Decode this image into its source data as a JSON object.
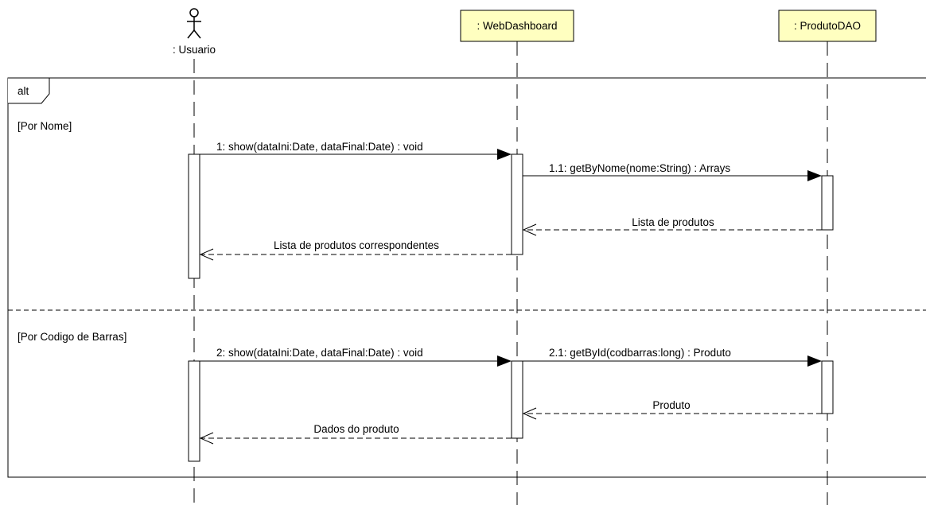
{
  "diagram": {
    "type": "sequence",
    "participant_fill": "#ffffc0",
    "participants": [
      {
        "id": "usuario",
        "label": ": Usuario",
        "kind": "actor"
      },
      {
        "id": "webdashboard",
        "label": ": WebDashboard",
        "kind": "object"
      },
      {
        "id": "produtodao",
        "label": ": ProdutoDAO",
        "kind": "object"
      }
    ],
    "fragment": {
      "operator": "alt",
      "operands": [
        {
          "guard": "[Por Nome]",
          "messages": [
            {
              "from": "usuario",
              "to": "webdashboard",
              "label": "1: show(dataIni:Date, dataFinal:Date) : void",
              "kind": "sync"
            },
            {
              "from": "webdashboard",
              "to": "produtodao",
              "label": "1.1: getByNome(nome:String) : Arrays",
              "kind": "sync"
            },
            {
              "from": "produtodao",
              "to": "webdashboard",
              "label": "Lista de produtos",
              "kind": "return"
            },
            {
              "from": "webdashboard",
              "to": "usuario",
              "label": "Lista de produtos correspondentes",
              "kind": "return"
            }
          ]
        },
        {
          "guard": "[Por Codigo de Barras]",
          "messages": [
            {
              "from": "usuario",
              "to": "webdashboard",
              "label": "2: show(dataIni:Date, dataFinal:Date) : void",
              "kind": "sync"
            },
            {
              "from": "webdashboard",
              "to": "produtodao",
              "label": "2.1: getById(codbarras:long) : Produto",
              "kind": "sync"
            },
            {
              "from": "produtodao",
              "to": "webdashboard",
              "label": "Produto",
              "kind": "return"
            },
            {
              "from": "webdashboard",
              "to": "usuario",
              "label": "Dados do produto",
              "kind": "return"
            }
          ]
        }
      ]
    }
  }
}
